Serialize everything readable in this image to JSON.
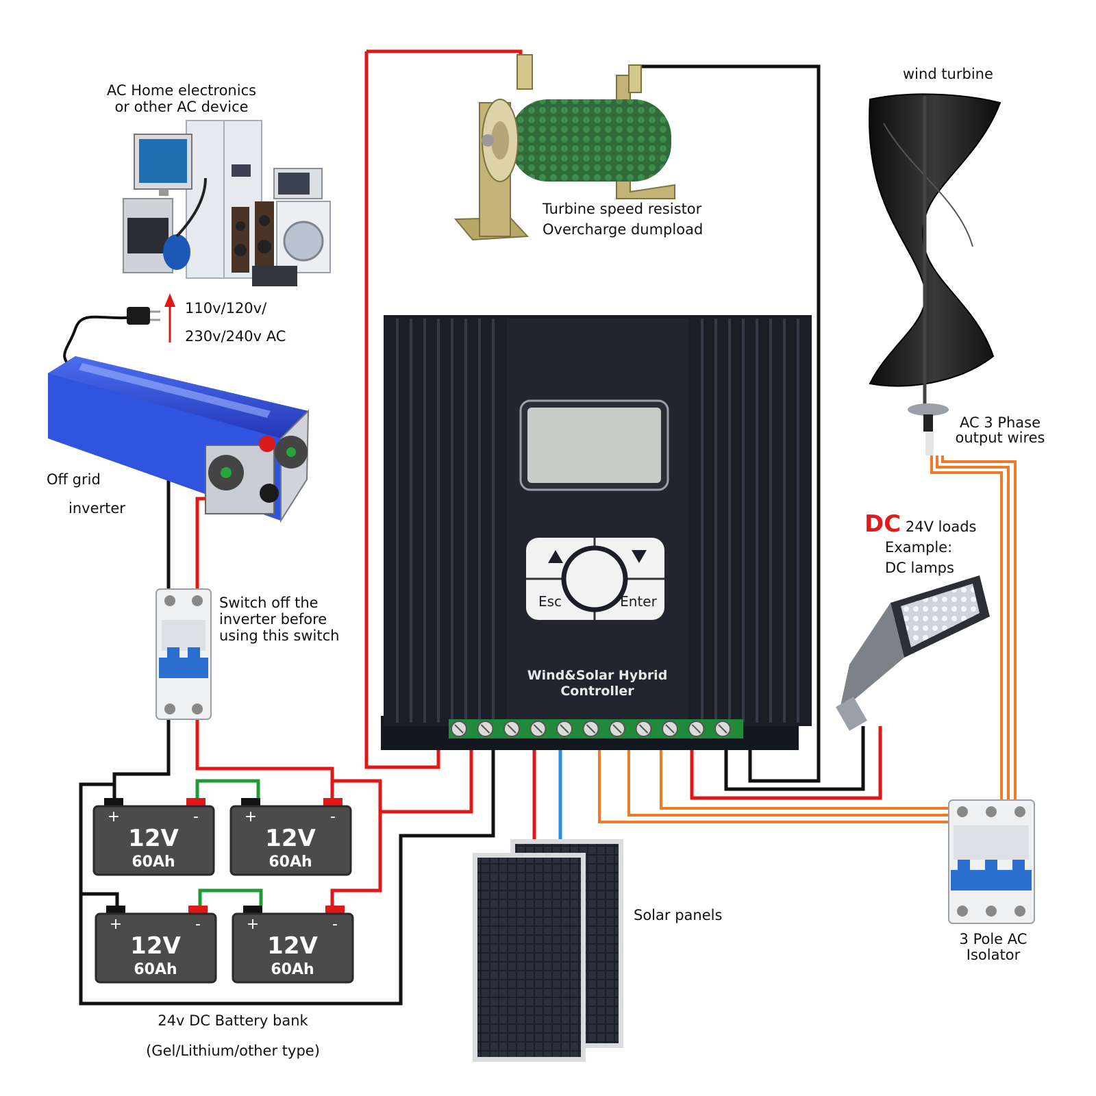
{
  "colors": {
    "positive_wire": "#e01818",
    "negative_wire": "#111111",
    "bridge_wire": "#1f9a35",
    "solar_neg_wire": "#2a8de0",
    "ac_wire": "#f07a2a",
    "controller_body": "#20232e",
    "inverter_body": "#2f4fd6",
    "resistor_green": "#2f6b3b",
    "battery_body": "#4b4b4b",
    "dc_highlight": "#e11b1b"
  },
  "labels": {
    "ac_home_line1": "AC Home electronics",
    "ac_home_line2": "or other AC device",
    "ac_voltage_line1": "110v/120v/",
    "ac_voltage_line2": "230v/240v AC",
    "inverter_line1": "Off grid",
    "inverter_line2": "inverter",
    "switch_line1": "Switch off the",
    "switch_line2": "inverter before",
    "switch_line3": "using this switch",
    "resistor_line1": "Turbine speed resistor",
    "resistor_line2": "Overcharge dumpload",
    "wind_turbine": "wind turbine",
    "ac3_line1": "AC 3 Phase",
    "ac3_line2": "output wires",
    "dc_prefix": "DC",
    "dc_loads": "24V loads",
    "dc_example": "Example:",
    "dc_lamps": "DC lamps",
    "solar_panels": "Solar panels",
    "isolator_line1": "3 Pole AC",
    "isolator_line2": "Isolator",
    "battery_bank_line1": "24v DC Battery bank",
    "battery_bank_line2": "(Gel/Lithium/other type)"
  },
  "controller": {
    "title_line1": "Wind&Solar Hybrid",
    "title_line2": "Controller",
    "up_icon": "triangle-up-icon",
    "down_icon": "triangle-down-icon",
    "esc_label": "Esc",
    "enter_label": "Enter"
  },
  "batteries": [
    {
      "voltage": "12V",
      "capacity": "60Ah",
      "plus": "+",
      "minus": "-"
    },
    {
      "voltage": "12V",
      "capacity": "60Ah",
      "plus": "+",
      "minus": "-"
    },
    {
      "voltage": "12V",
      "capacity": "60Ah",
      "plus": "+",
      "minus": "-"
    },
    {
      "voltage": "12V",
      "capacity": "60Ah",
      "plus": "+",
      "minus": "-"
    }
  ]
}
